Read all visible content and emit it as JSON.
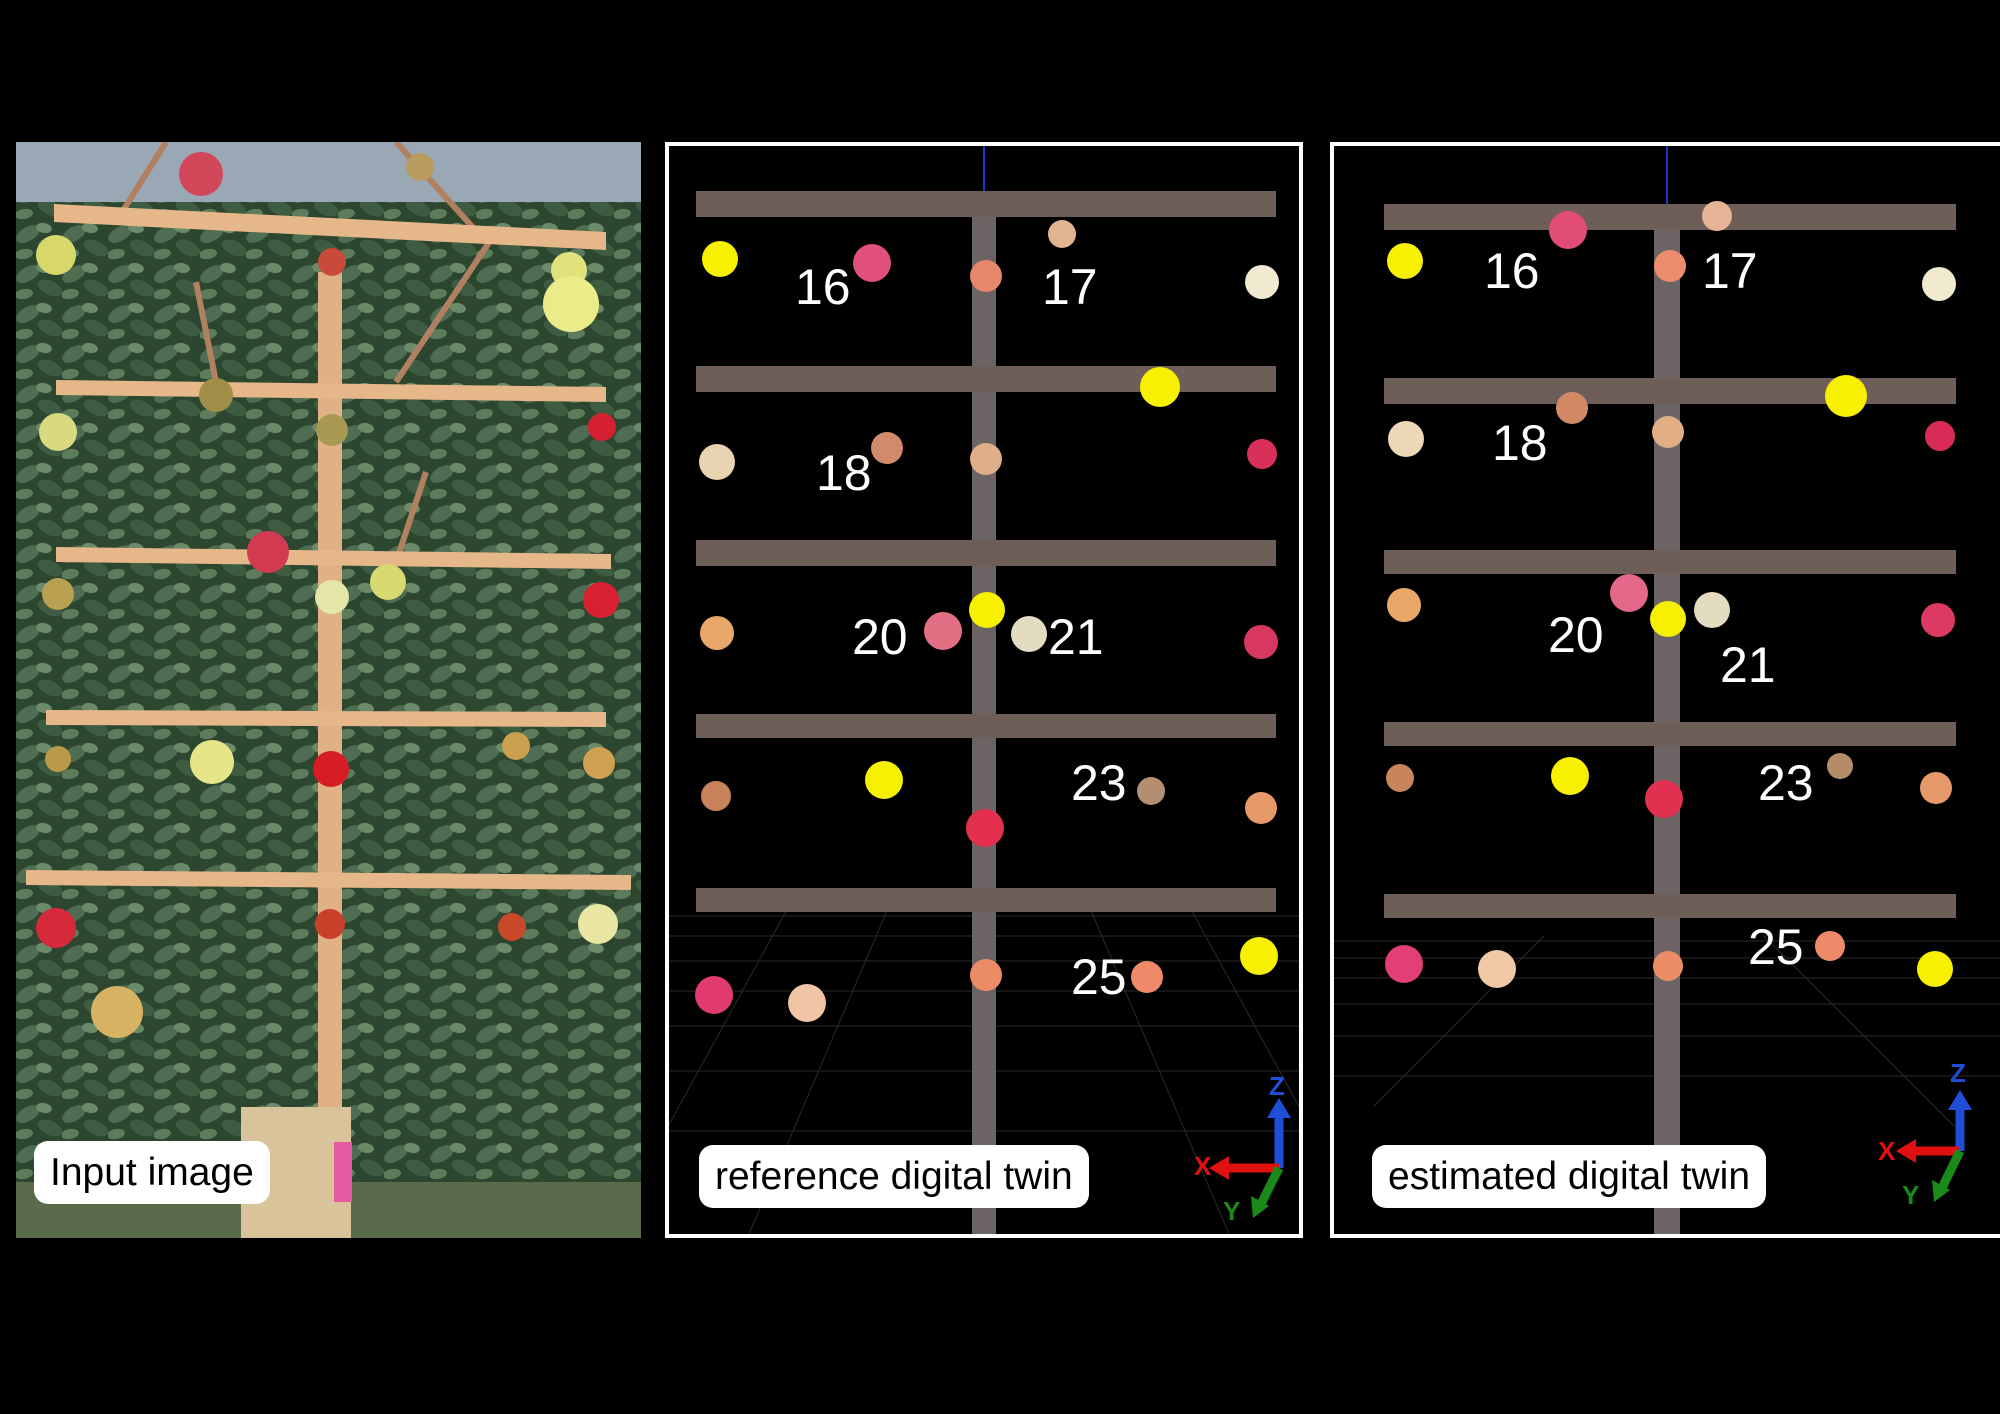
{
  "panels": {
    "input": {
      "caption": "Input image"
    },
    "reference": {
      "caption": "reference digital twin",
      "labels": [
        "16",
        "17",
        "18",
        "20",
        "21",
        "23",
        "25"
      ]
    },
    "estimated": {
      "caption": "estimated digital twin",
      "labels": [
        "16",
        "17",
        "18",
        "20",
        "21",
        "23",
        "25"
      ]
    }
  },
  "axes": {
    "z": "Z",
    "x": "X",
    "y": "Y",
    "colors": {
      "z": "#1f4fd8",
      "x": "#e01010",
      "y": "#1a8a1a"
    }
  },
  "colors": {
    "beam": "#6e5e5a",
    "pole": "#6c6464",
    "highlight": "#f7f000",
    "foliage": "#2f4a32",
    "wood": "#d9a874"
  }
}
